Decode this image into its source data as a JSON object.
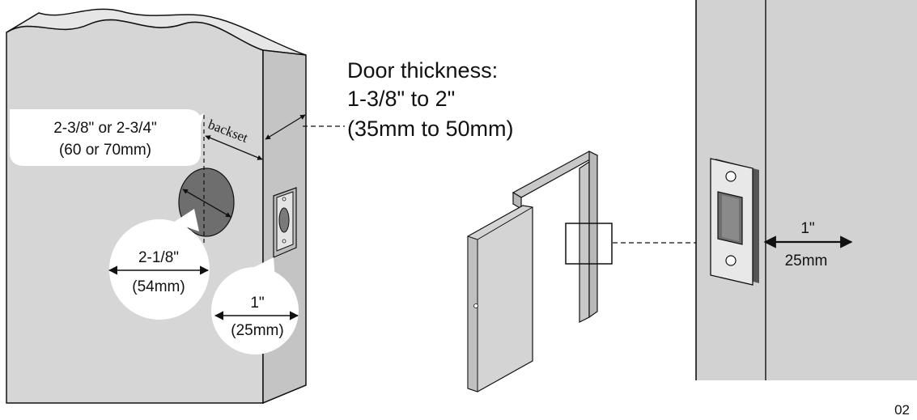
{
  "colors": {
    "door_face": "#d6d6d6",
    "door_edge": "#c4c4c4",
    "hole": "#6e6e6e",
    "frame": "#c8c8c8",
    "jamb_wall": "#d2d2d2",
    "outline": "#111111"
  },
  "labels": {
    "door_thickness": {
      "line1": "Door thickness:",
      "line2": "1-3/8\" to 2\"",
      "line3": "(35mm to 50mm)"
    },
    "backset_options": {
      "line1": "2-3/8\" or 2-3/4\"",
      "line2": "(60 or 70mm)"
    },
    "backset_word": "backset",
    "bore_hole": {
      "line1": "2-1/8\"",
      "line2": "(54mm)"
    },
    "latch_hole": {
      "line1": "1\"",
      "line2": "(25mm)"
    },
    "strike_depth": {
      "line1": "1\"",
      "line2": "25mm"
    },
    "page_number": "02"
  }
}
